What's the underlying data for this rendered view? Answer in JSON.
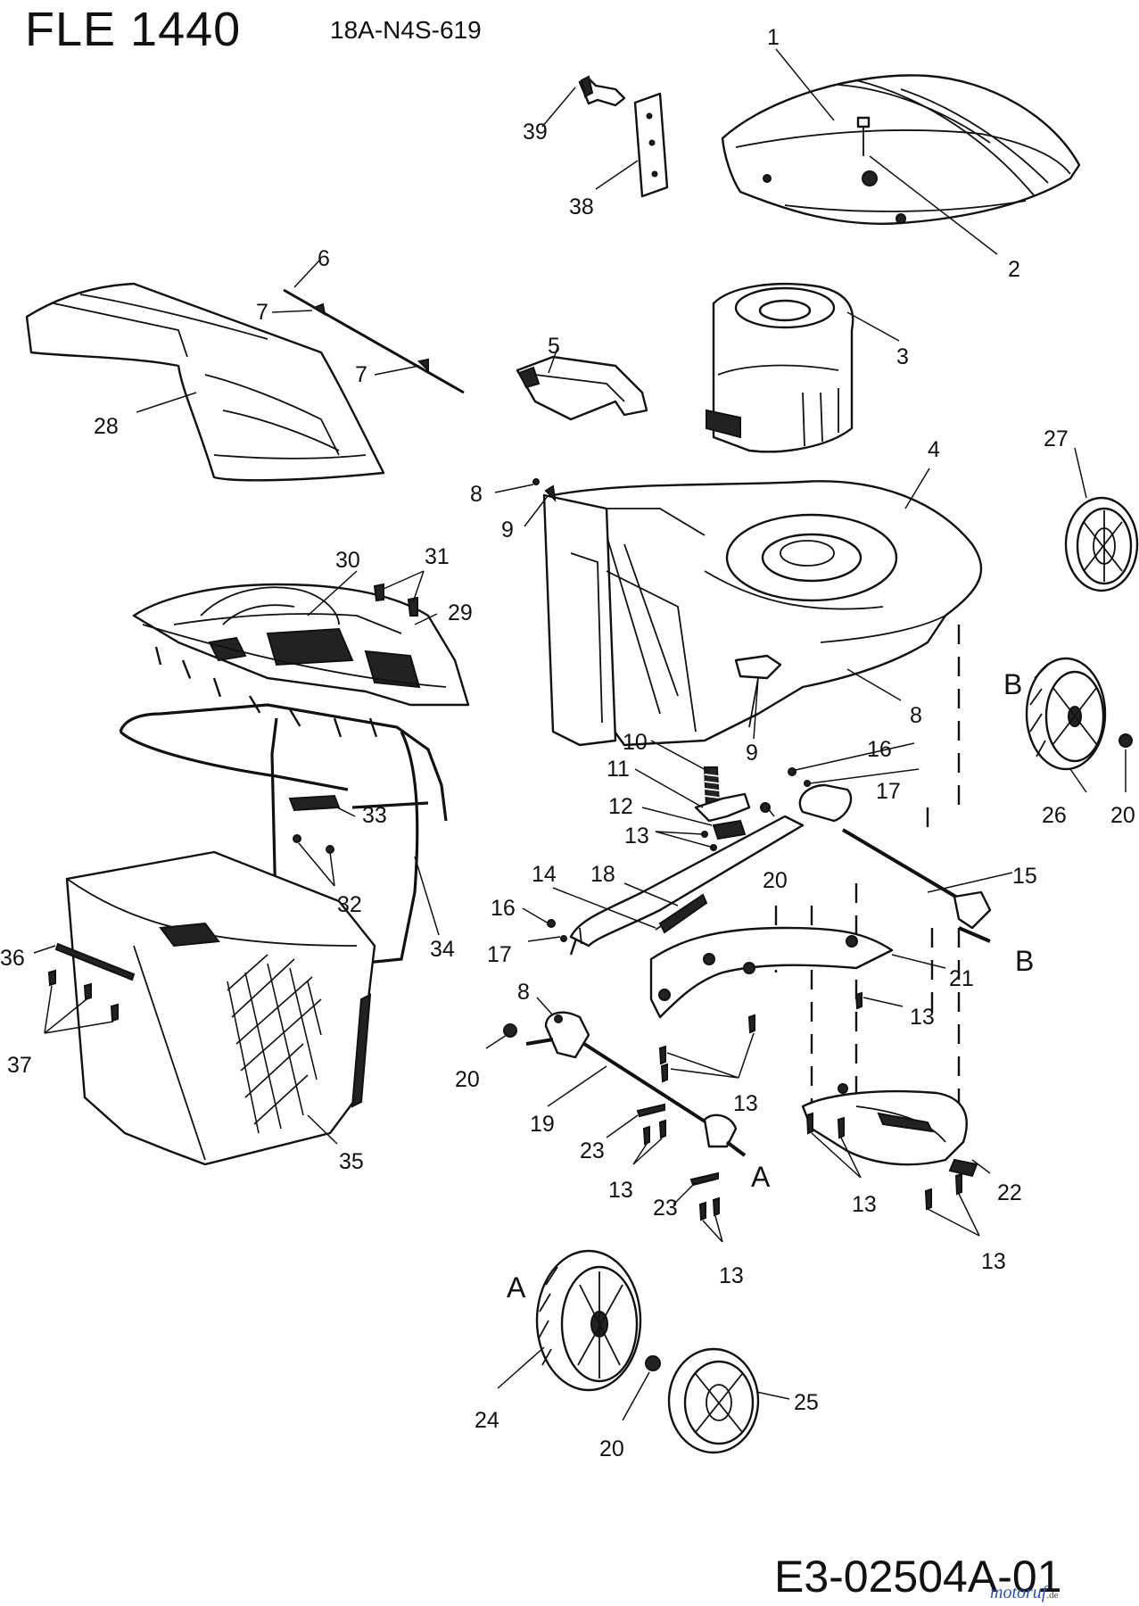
{
  "header": {
    "model": "FLE 1440",
    "part_number": "18A-N4S-619"
  },
  "footer": {
    "drawing_number": "E3-02504A-01",
    "brand": "motoruf",
    "brand_suffix": ".de"
  },
  "callouts": {
    "c1": "1",
    "c2": "2",
    "c3": "3",
    "c4": "4",
    "c5": "5",
    "c6": "6",
    "c7a": "7",
    "c7b": "7",
    "c8a": "8",
    "c8b": "8",
    "c8c": "8",
    "c9a": "9",
    "c9b": "9",
    "c10": "10",
    "c11": "11",
    "c12": "12",
    "c13a": "13",
    "c13b": "13",
    "c13c": "13",
    "c13d": "13",
    "c13e": "13",
    "c13f": "13",
    "c13g": "13",
    "c14": "14",
    "c15": "15",
    "c16a": "16",
    "c16b": "16",
    "c17a": "17",
    "c17b": "17",
    "c18": "18",
    "c19": "19",
    "c20a": "20",
    "c20b": "20",
    "c20c": "20",
    "c20d": "20",
    "c21": "21",
    "c22": "22",
    "c23a": "23",
    "c23b": "23",
    "c24": "24",
    "c25": "25",
    "c26": "26",
    "c27": "27",
    "c28": "28",
    "c29": "29",
    "c30": "30",
    "c31": "31",
    "c32": "32",
    "c33": "33",
    "c34": "34",
    "c35": "35",
    "c36": "36",
    "c37": "37",
    "c38": "38",
    "c39": "39"
  },
  "group_marks": {
    "a_wheel": "A",
    "a_axle": "A",
    "b_wheel": "B",
    "b_axle": "B"
  }
}
